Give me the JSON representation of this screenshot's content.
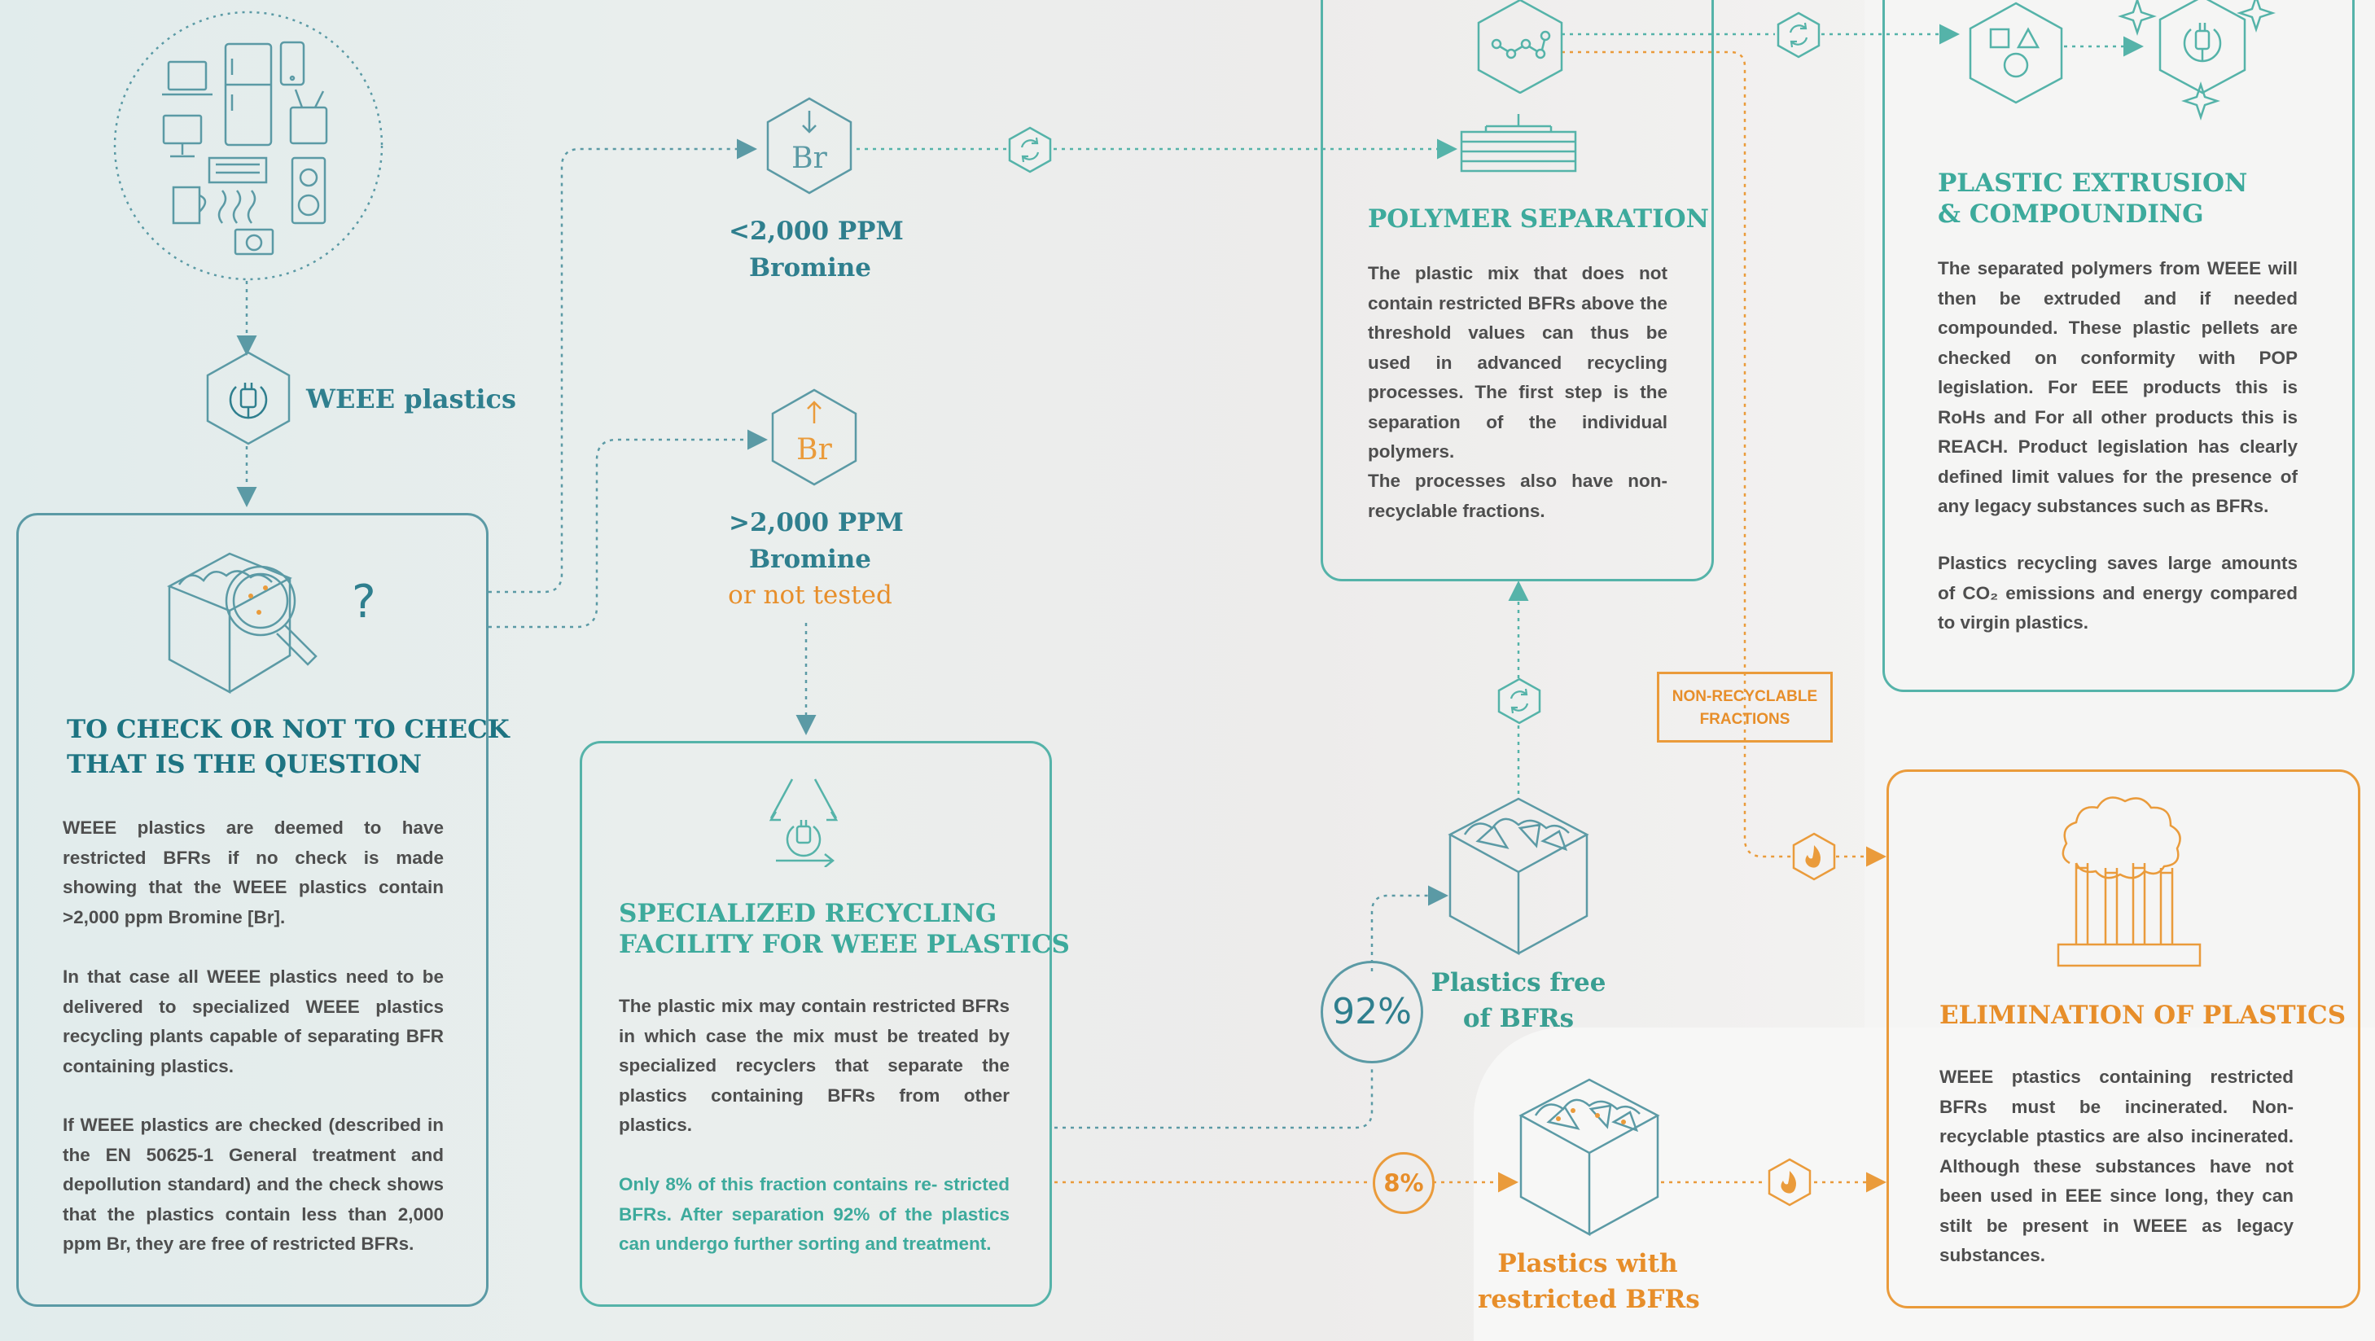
{
  "check": {
    "title_line1": "TO CHECK OR NOT TO CHECK",
    "title_line2": "THAT IS THE QUESTION",
    "para1": "WEEE plastics are deemed to have restricted BFRs if no check is made showing that the WEEE plastics contain >2,000 ppm Bromine [Br].",
    "para2": "In that case all WEEE plastics need to be delivered to specialized WEEE plastics recycling plants capable of separating BFR containing plastics.",
    "para3": "If WEEE plastics are checked (described in the EN 50625-1 General treatment and depollution standard) and the check shows that the plastics contain less than 2,000 ppm Br, they are free of restricted BFRs."
  },
  "weee_label": "WEEE plastics",
  "bromine_low": {
    "symbol": "Br",
    "line1": "<2,000 PPM",
    "line2": "Bromine"
  },
  "bromine_high": {
    "symbol": "Br",
    "line1": ">2,000 PPM",
    "line2": "Bromine",
    "line3": "or not tested"
  },
  "specialized": {
    "title_line1": "SPECIALIZED RECYCLING",
    "title_line2": "FACILITY FOR WEEE PLASTICS",
    "para1": "The plastic mix may contain restricted BFRs in which case the mix must be treated by specialized recyclers that separate the plastics containing BFRs from other plastics.",
    "para2": "Only 8% of this fraction contains re- stricted BFRs. After separation 92% of the plastics can undergo further sorting and treatment."
  },
  "polymer": {
    "title": "POLYMER SEPARATION",
    "para1": "The plastic mix that does not contain restricted BFRs above the threshold values can thus be used in advanced recycling processes. The first step is the separation of the individual polymers.",
    "para2": "The processes also have non-recyclable fractions."
  },
  "extrusion": {
    "title_line1": "PLASTIC EXTRUSION",
    "title_line2": "& COMPOUNDING",
    "para1": "The separated polymers from WEEE will then be extruded and if needed compounded. These plastic pellets are checked on conformity with POP legislation. For EEE products this is RoHs and For all other products this is REACH. Product legislation has clearly defined limit values for the presence of any legacy substances such as BFRs.",
    "para2": "Plastics recycling saves large amounts of CO₂ emissions and energy compared to virgin plastics."
  },
  "elimination": {
    "title": "ELIMINATION OF PLASTICS",
    "para1": "WEEE ptastics containing restricted BFRs must be incinerated. Non-recyclable ptastics are also incinerated. Although these substances have not been used in EEE since long, they can stilt be present in WEEE as legacy substances."
  },
  "nonrec": {
    "line1": "NON-RECYCLABLE",
    "line2": "FRACTIONS"
  },
  "free": {
    "pct": "92%",
    "line1": "Plastics free",
    "line2": "of BFRs"
  },
  "restricted": {
    "pct": "8%",
    "line1": "Plastics with",
    "line2": "restricted BFRs"
  },
  "colors": {
    "blue": "#2f7f8e",
    "teal": "#55b3a9",
    "orange": "#ea9b3b",
    "text": "#4e4e4e"
  },
  "icons": [
    "electronics-cluster-icon",
    "plug-hexagon-icon",
    "box-magnifier-icon",
    "question-mark-icon",
    "bromine-down-icon",
    "bromine-up-icon",
    "recycle-plug-icon",
    "recycle-hexagon-icon",
    "molecule-hexagon-icon",
    "separator-lines-icon",
    "shapes-hexagon-icon",
    "sparkle-plug-icon",
    "plastics-box-icon",
    "restricted-box-icon",
    "flame-hexagon-icon",
    "factory-icon"
  ]
}
